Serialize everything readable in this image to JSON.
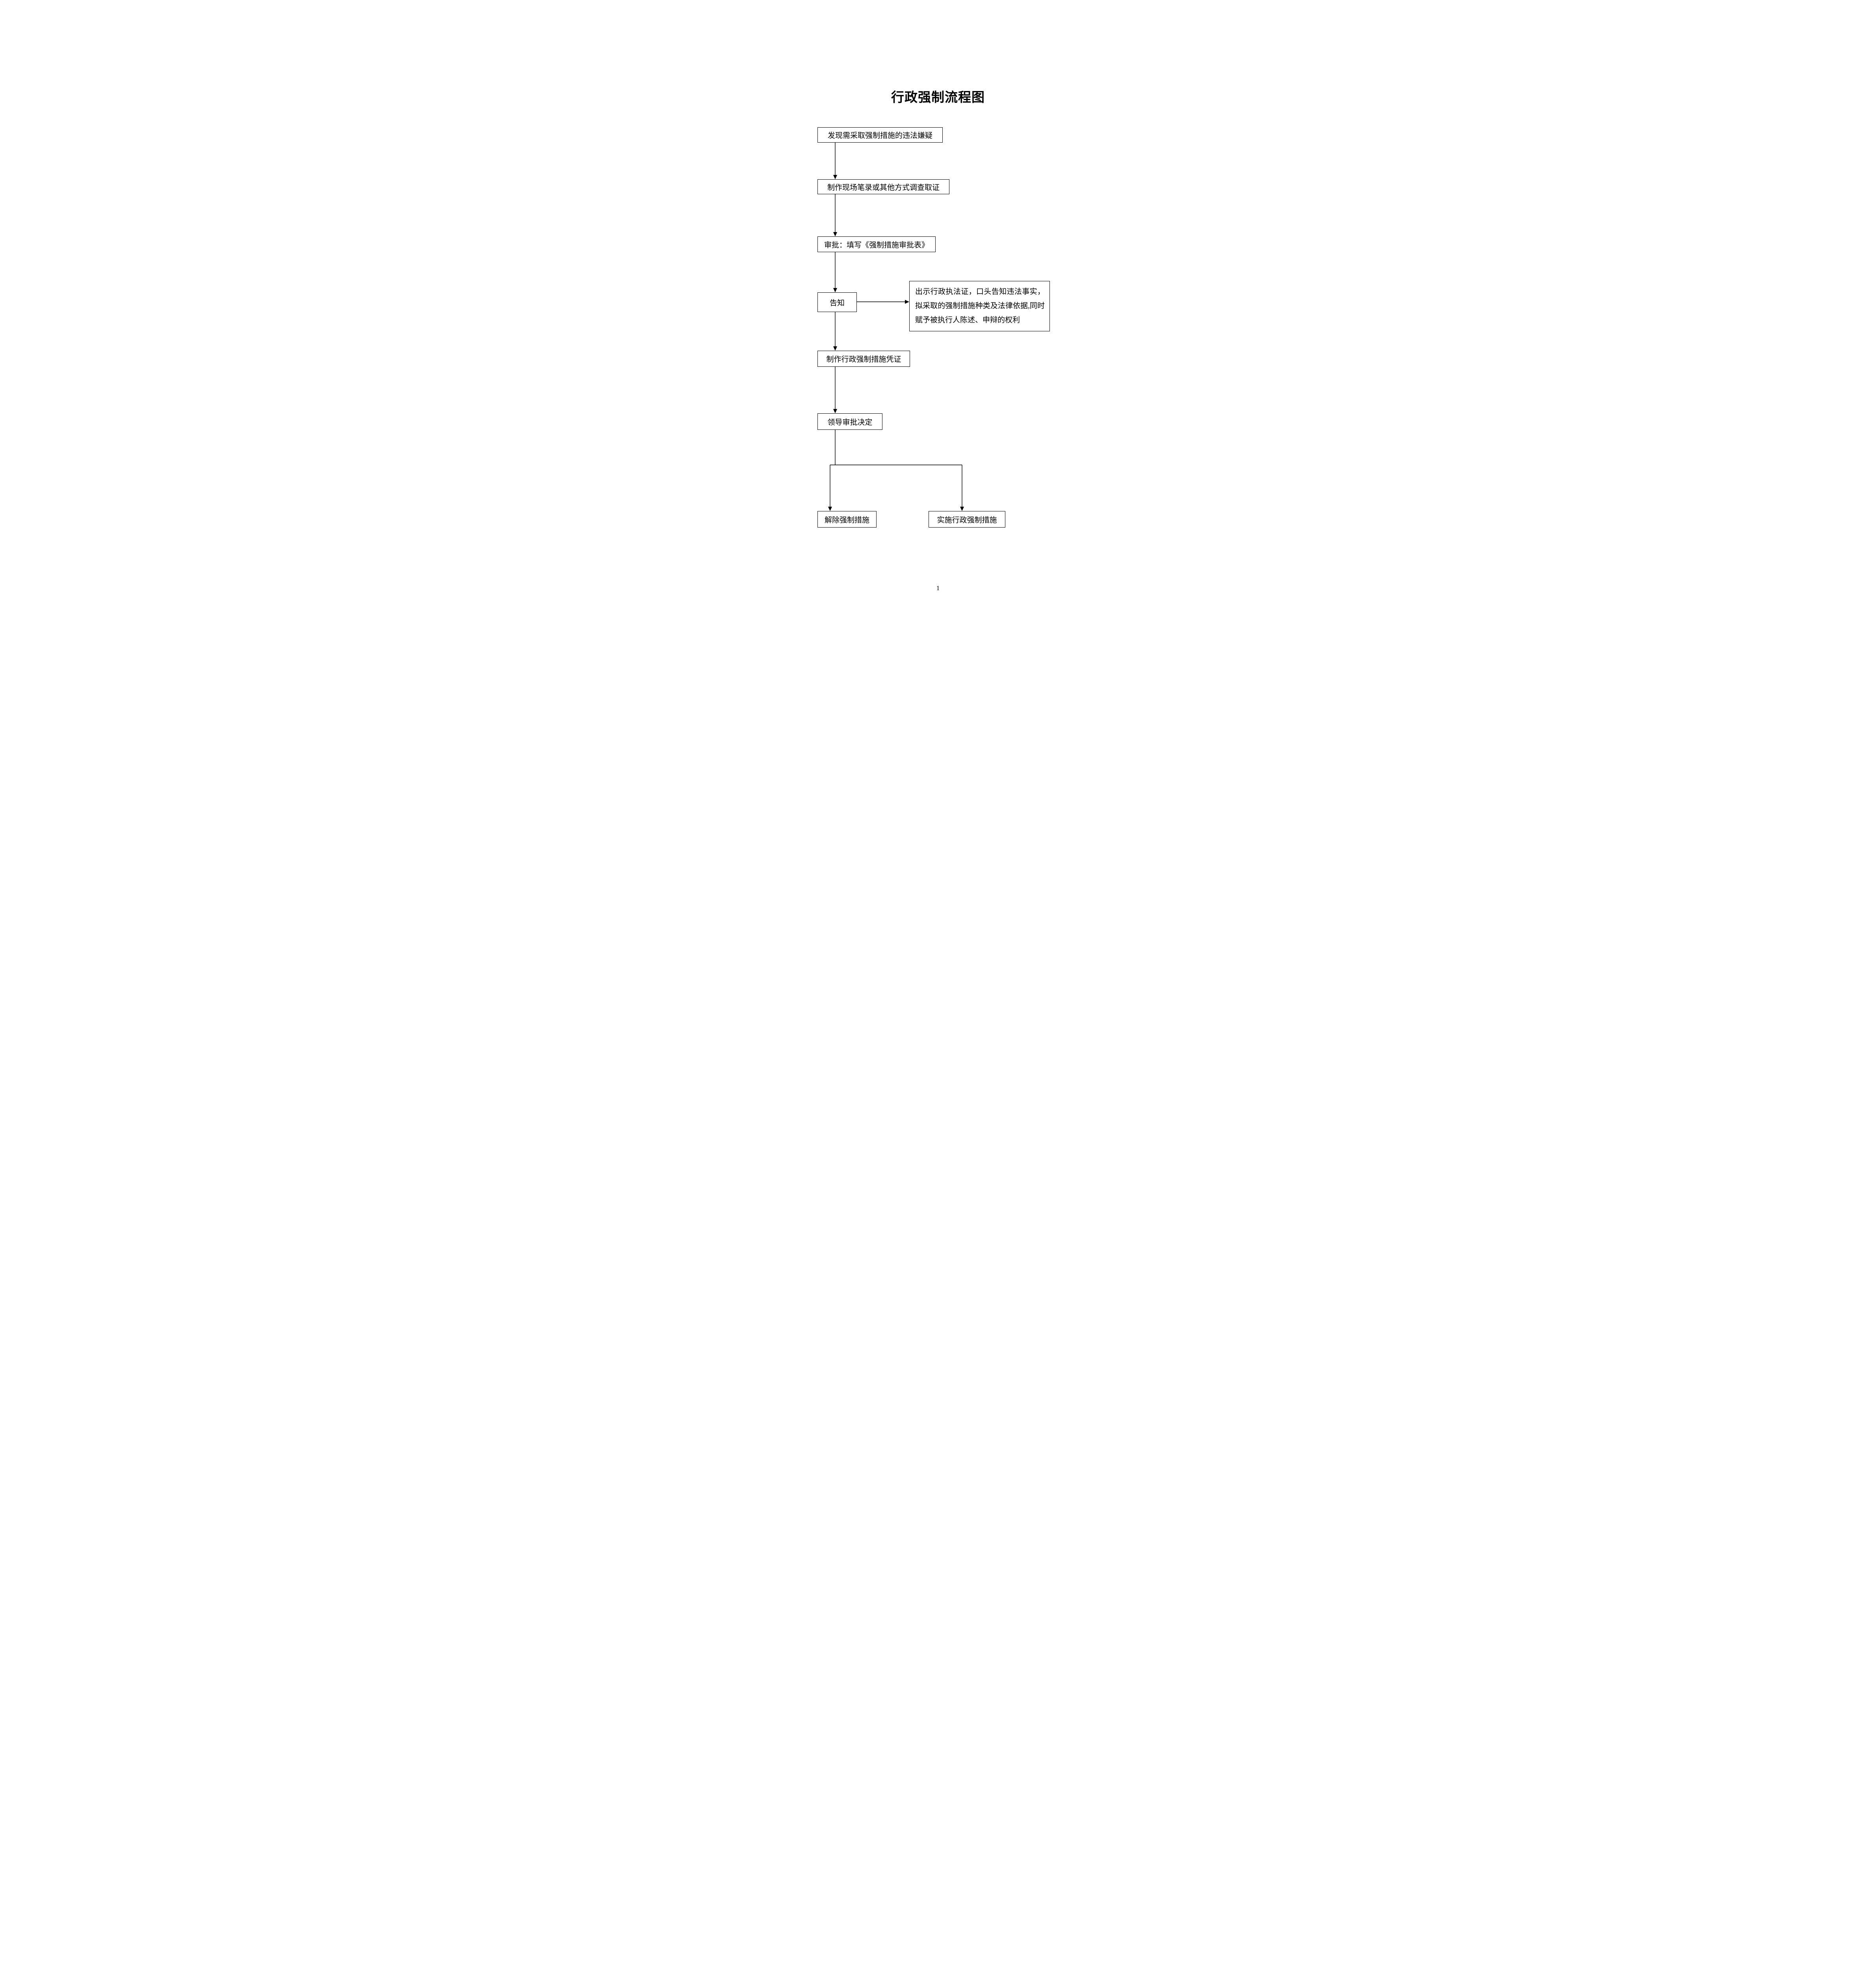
{
  "page": {
    "title": "行政强制流程图",
    "page_number": "1"
  },
  "flowchart": {
    "step1": "发现需采取强制措施的违法嫌疑",
    "step2": "制作现场笔录或其他方式调查取证",
    "step3": "审批：填写《强制措施审批表》",
    "step4": "告知",
    "step4_note": "出示行政执法证，口头告知违法事实，拟采取的强制措施种类及法律依据,同时赋予被执行人陈述、申辩的权利",
    "step5": "制作行政强制措施凭证",
    "step6": "领导审批决定",
    "step7_left": "解除强制措施",
    "step7_right": "实施行政强制措施"
  }
}
